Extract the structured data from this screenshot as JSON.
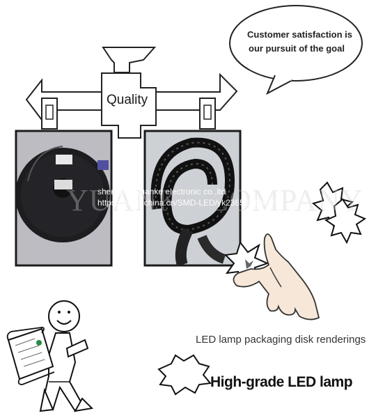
{
  "quality_label": "Quality",
  "speech_bubble": {
    "line1": "Customer satisfaction is",
    "line2": "our pursuit of the goal"
  },
  "watermark": {
    "line1": "shenzhen yuanke electronic co.,ltd",
    "line2": "https://trade.china.cn/SMD-LED/yk2365671807/",
    "big": "YUANKE COMPANY"
  },
  "caption": "LED lamp packaging disk renderings",
  "headline": "High-grade LED lamp"
}
